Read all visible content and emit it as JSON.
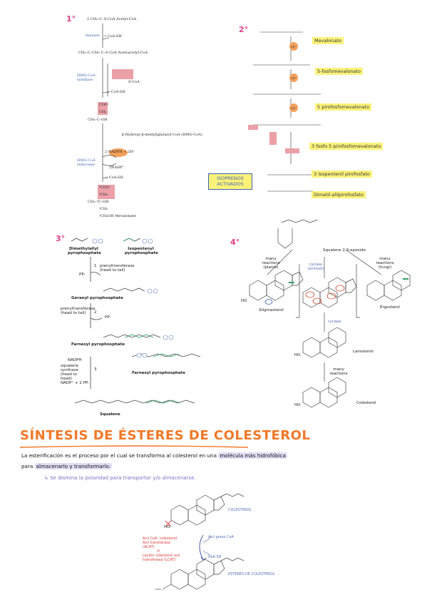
{
  "panel1": {
    "number": "1°",
    "lines": {
      "acetyl": "2 CH₃–C–S-CoA   Acetyl-CoA",
      "thiolase": "thiolase",
      "coash1": "→ CoA-SH",
      "acetoacetyl": "CH₃–C–CH₂–C–S-CoA   Acetoacetyl-CoA",
      "hmgcoa_synthase": "HMG-CoA synthase",
      "scoa": "S-CoA",
      "coash2": "→ CoA-SH",
      "coo": "COO⁻",
      "ch2": "CH₂",
      "oh_line": "CH₃–C–OH",
      "hmg_name": "β-Hydroxy-β-methylglutaryl-CoA (HMG-CoA)",
      "hmgcoa_reductase": "HMG-CoA reductase",
      "nadph": "2 NADPH + 2H⁺",
      "nadp": "2NADP⁺",
      "coash3": "→ CoA-SH",
      "coo2": "⁵COO⁻",
      "ch2b": "⁴CH₂",
      "oh_line2": "CH₃–³C–OH",
      "ch2c": "²CH₂",
      "mevalonate": "¹CH₂OH   Mevalonate"
    }
  },
  "panel2": {
    "number": "2°",
    "atp": "ATP",
    "labels": [
      "Mevalonato",
      "5-fosfomevalonato",
      "5 pirofosfomevalonato",
      "3 fosfo 5 pirofosfomevalonato",
      "3 isopentenil pirofosfato",
      "Dimetil-alilpirofosfato"
    ],
    "isoprenos": "ISOPRENOS ACTIVADOS"
  },
  "panel3": {
    "number": "3°",
    "dimethylallyl": "Dimethylallyl pyrophosphate",
    "isopentenyl": "Isopentenyl pyrophosphate",
    "ppi1": "PPᵢ",
    "prenyl1": "prenyltransferase (head to tail)",
    "geranyl": "Geranyl pyrophosphate",
    "prenyl2": "prenyltransferase (head to tail)",
    "ppi2": "PPᵢ",
    "farnesyl": "Farnesyl pyrophosphate",
    "nadph": "NADPH",
    "squalene_synthase": "squalene synthase (head to head)",
    "nadp": "NADP⁺ + 2 PPᵢ",
    "farnesyl2": "Farnesyl pyrophosphate",
    "squalene": "Squalene",
    "step1": "1",
    "step2": "2",
    "step3": "3"
  },
  "panel4": {
    "number": "4°",
    "epoxide": "Squalene 2,3-epoxide",
    "many_plants": "many reactions (plants)",
    "cyclase_animals": "cyclase (animals)",
    "many_fungi": "many reactions (fungi)",
    "stigmasterol": "Stigmasterol",
    "ergosterol": "Ergosterol",
    "cyclase": "cyclase",
    "lanosterol": "Lanosterol",
    "many": "many reactions",
    "colesterol": "Colesterol",
    "ho": "HO"
  },
  "section": {
    "title": "SÍNTESIS DE ÉSTERES DE COLESTEROL",
    "line1a": "La esterificación es el proceso por el cual se transforma al colesterol en una ",
    "line1b": "molécula más hidrofóbica",
    "line2a": "para ",
    "line2b": "almacenarlo y transformarlo.",
    "line3": "↳ Se dismina la polaridad para transportar y/o almacenarse.",
    "colesterol_label": "COLESTEROL",
    "enzymes": [
      "Acil CoA- colesterol",
      "Acil transferasa",
      "(ACAT)",
      "O",
      "Lecitin colesterol acil",
      "transferasa (LCAT)"
    ],
    "acyl": "Acil graso CoA",
    "coash": "CoA SH",
    "esteres": "ESTERES DE COLESTEROL",
    "ho": "HO"
  }
}
